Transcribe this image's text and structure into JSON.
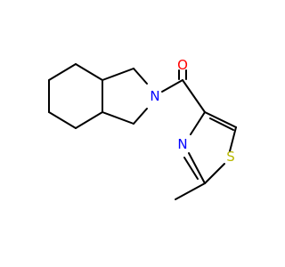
{
  "molecule": {
    "colors": {
      "bond": "#000000",
      "nitrogen": "#0000ff",
      "oxygen": "#ff0000",
      "sulfur": "#b8b800"
    },
    "atom_labels": {
      "amide_nitrogen": "N",
      "carbonyl_oxygen": "O",
      "thiazole_nitrogen": "N",
      "thiazole_sulfur": "S"
    }
  }
}
